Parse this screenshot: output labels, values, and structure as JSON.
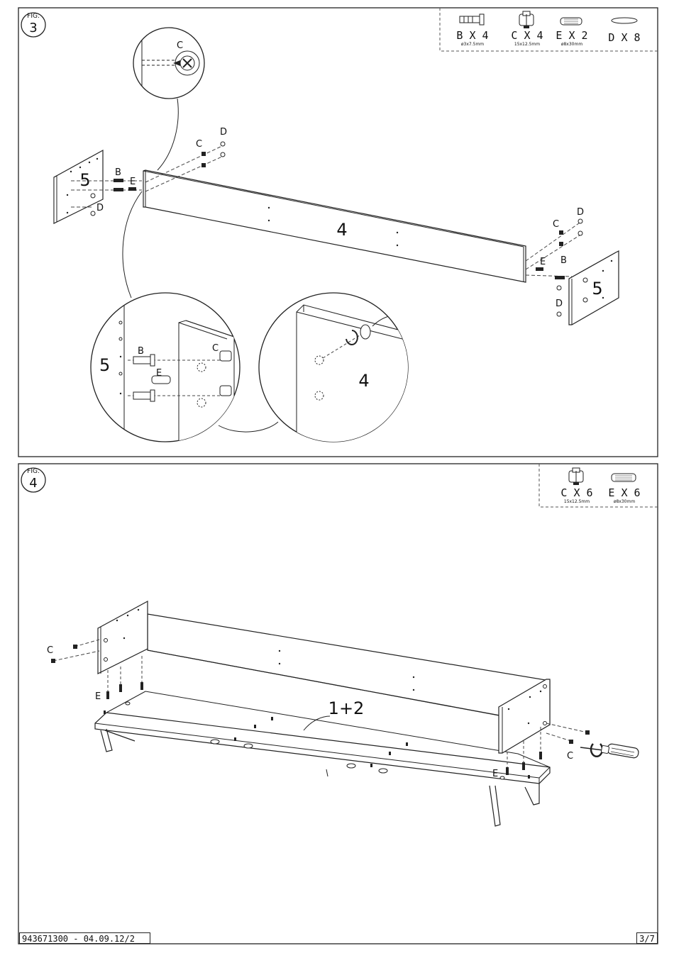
{
  "figure3": {
    "fig_word": "FIG.",
    "fig_number": "3",
    "parts": [
      {
        "label": "B X 4",
        "size": "ø3x7.5mm",
        "icon": "bolt-icon"
      },
      {
        "label": "C X 4",
        "size": "15x12.5mm",
        "icon": "cam-lock-icon"
      },
      {
        "label": "E X 2",
        "size": "ø8x30mm",
        "icon": "dowel-icon"
      },
      {
        "label": "D X 8",
        "size": "",
        "icon": "cap-icon"
      }
    ],
    "labels": {
      "panel_left": "5",
      "panel_right": "5",
      "panel_long": "4",
      "b": "B",
      "c": "C",
      "d": "D",
      "e": "E"
    }
  },
  "figure4": {
    "fig_word": "FIG.",
    "fig_number": "4",
    "parts": [
      {
        "label": "C X 6",
        "size": "15x12.5mm",
        "icon": "cam-lock-icon"
      },
      {
        "label": "E X 6",
        "size": "ø8x30mm",
        "icon": "dowel-icon"
      }
    ],
    "labels": {
      "assembly": "1+2",
      "c": "C",
      "e": "E"
    }
  },
  "footer": {
    "doc_code": "943671300 - 04.09.12/2",
    "page": "3/7"
  }
}
